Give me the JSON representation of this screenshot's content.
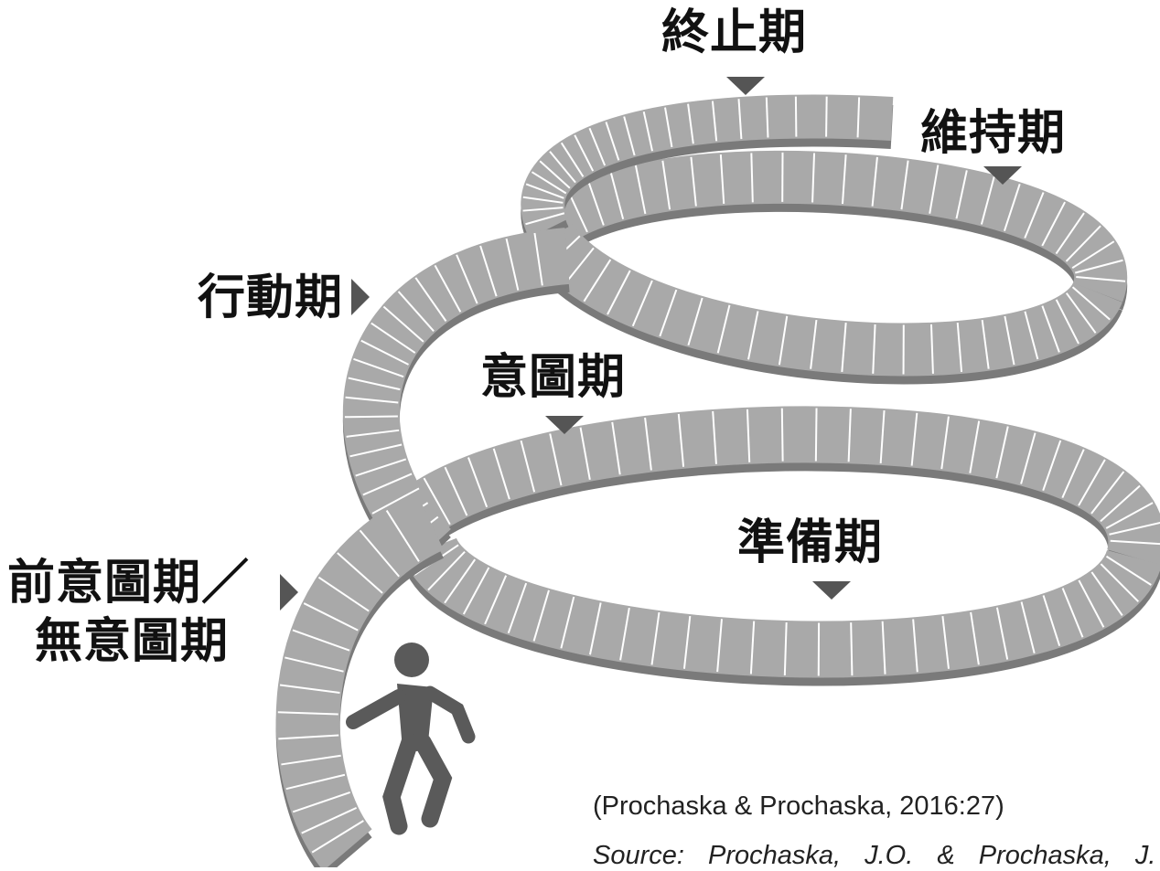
{
  "stages": {
    "termination": "終止期",
    "maintenance": "維持期",
    "action": "行動期",
    "contemplation": "意圖期",
    "preparation": "準備期",
    "precontemplation_line1": "前意圖期／",
    "precontemplation_line2": "無意圖期"
  },
  "citation": "(Prochaska & Prochaska, 2016:27)",
  "source": "Source: Prochaska, J.O. & Prochaska, J.",
  "colors": {
    "tread": "#a9a9a9",
    "riser": "#7a7a7a",
    "step_line": "#ffffff",
    "marker": "#555555",
    "figure": "#5a5a5a"
  }
}
